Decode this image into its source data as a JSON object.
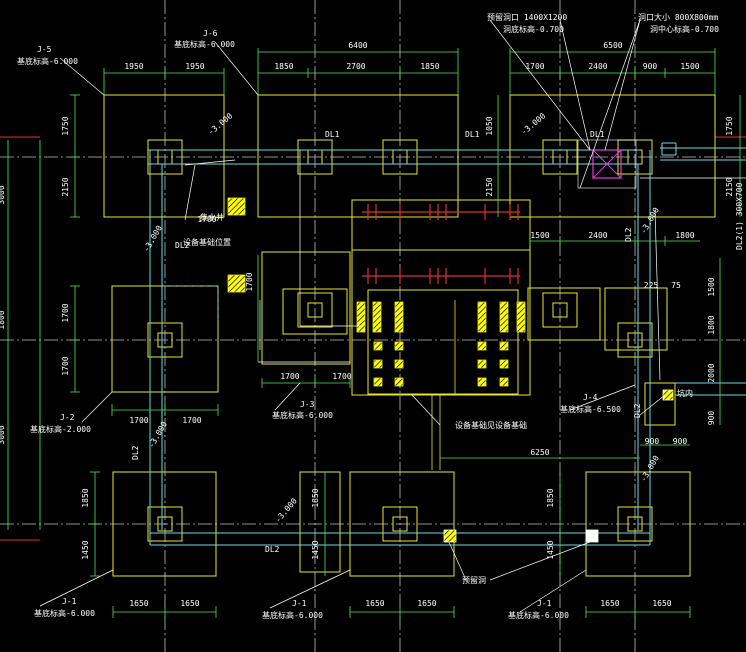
{
  "drawing": {
    "labels": {
      "j5_tag": "J-5",
      "j5_elev": "基底标高-6.000",
      "j6_tag": "J-6",
      "j6_elev": "基底标高-6.000",
      "j2_tag": "J-2",
      "j2_elev": "基底标高-2.000",
      "j3_tag": "J-3",
      "j3_elev": "基底标高-6.000",
      "j4_tag": "J-4",
      "j4_elev": "基底标高-6.500",
      "j1a_tag": "J-1",
      "j1a_elev": "基底标高-6.000",
      "j1b_tag": "J-1",
      "j1b_elev": "基底标高-6.000",
      "j1c_tag": "J-1",
      "j1c_elev": "基底标高-6.000",
      "top_opening_1": "预留洞口 1400X1200",
      "top_opening_1_elev": "洞底标高-0.700",
      "top_opening_2": "洞口大小 800X800mm",
      "top_opening_2_elev": "洞中心标高-0.700",
      "dl1_a": "DL1",
      "dl1_b": "DL1",
      "dl1_c": "DL1",
      "dl2_a": "DL2",
      "dl2_b": "DL2",
      "dl2_c": "DL2",
      "dl2_d": "DL2",
      "dl2_e": "DL2",
      "dl2_dim": "DL2(1) 300X700",
      "note_equipment": "设备基础位置",
      "note_pit": "设备基础见设备基础",
      "note_sump": "集水井",
      "note_hole": "预留洞",
      "note_right_pit": "坑内"
    },
    "dims": {
      "top_6400": "6400",
      "top_6500": "6500",
      "t_1950a": "1950",
      "t_1950b": "1950",
      "t_1850a": "1850",
      "t_2700": "2700",
      "t_1850b": "1850",
      "t_1700a": "1700",
      "t_2400a": "2400",
      "t_900a": "900",
      "t_1500a": "1500",
      "l_1750": "1750",
      "l_2150": "2150",
      "c_1050": "1050",
      "c_2150": "2150",
      "r_1750": "1750",
      "r_2150": "2150",
      "m_1500": "1500",
      "m_2400": "2400",
      "m_1800": "1800",
      "m_1700": "1700",
      "m_1700b": "1700",
      "m_225": "225",
      "m_75": "75",
      "r_1500": "1500",
      "r_1800": "1800",
      "r_2000": "2000",
      "r_900v": "900",
      "l_1700a": "1700",
      "l_1700b": "1700",
      "b_1700a": "1700",
      "b_1700b": "1700",
      "b2_1700a": "1700",
      "b2_1700b": "1700",
      "r_900a": "900",
      "r_900b": "900",
      "m_6250": "6250",
      "v_1850a": "1850",
      "v_1450a": "1450",
      "v_1850b": "1850",
      "v_1450b": "1450",
      "v_1850c": "1850",
      "v_1450c": "1450",
      "bb_1650a": "1650",
      "bb_1650b": "1650",
      "bb_1650c": "1650",
      "bb_1650d": "1650",
      "bb_1650e": "1650",
      "bb_1650f": "1650",
      "elev_a": "-3.000",
      "elev_b": "-3.000",
      "elev_c": "-3.000",
      "elev_d": "-3.000",
      "elev_e": "-3.000",
      "elev_f": "-3.000",
      "elev_g": "-3.000",
      "far_left_a": "3000",
      "far_left_b": "1800",
      "far_left_c": "3000"
    },
    "colors": {
      "background": "#000000",
      "footing": "#e8e82a",
      "dimension": "#4fe84f",
      "beam": "#6fd6e8",
      "axis": "#bfbfbf",
      "axis_red": "#e03030",
      "rebar": "#e03030",
      "hatch": "#ffff00",
      "pit": "#e040e0",
      "text": "#ffffff"
    }
  }
}
